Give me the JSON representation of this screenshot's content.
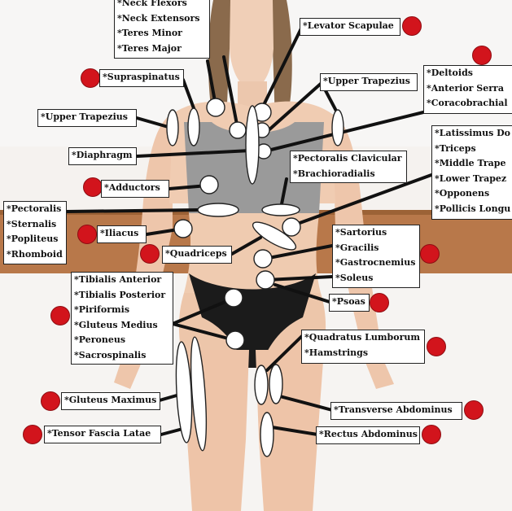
{
  "labels": {
    "neck": [
      "*Neck Flexors",
      "*Neck Extensors",
      "*Teres Minor",
      "*Teres Major"
    ],
    "levator": [
      "*Levator Scapulae"
    ],
    "supraspinatus": [
      "*Supraspinatus"
    ],
    "upper_trapezius_right": [
      "*Upper Trapezius"
    ],
    "deltoids": [
      "*Deltoids",
      "*Anterior Serra",
      "*Coracobrachial"
    ],
    "upper_trapezius_left": [
      "*Upper Trapezius"
    ],
    "latissimus": [
      "*Latissimus Do",
      "*Triceps",
      "*Middle Trape",
      "*Lower Trapez",
      "*Opponens",
      "*Pollicis Longu"
    ],
    "diaphragm": [
      "*Diaphragm"
    ],
    "pectoralis_clavicular": [
      "*Pectoralis Clavicular",
      "*Brachioradialis"
    ],
    "adductors": [
      "*Adductors"
    ],
    "pectoralis_sternalis": [
      "*Pectoralis",
      "*Sternalis",
      "*Popliteus",
      "*Rhomboid"
    ],
    "iliacus": [
      "*Iliacus"
    ],
    "sartorius": [
      "*Sartorius",
      "*Gracilis",
      "*Gastrocnemius",
      "*Soleus"
    ],
    "quadriceps": [
      "*Quadriceps"
    ],
    "tibialis": [
      "*Tibialis Anterior",
      "*Tibialis Posterior",
      "*Piriformis",
      "*Gluteus Medius",
      "*Peroneus",
      "*Sacrospinalis"
    ],
    "psoas": [
      "*Psoas"
    ],
    "quadratus": [
      "*Quadratus Lumborum",
      "*Hamstrings"
    ],
    "gluteus_maximus": [
      "*Gluteus Maximus"
    ],
    "transverse": [
      "*Transverse Abdominus"
    ],
    "tensor": [
      "*Tensor Fascia Latae"
    ],
    "rectus": [
      "*Rectus Abdominus"
    ]
  },
  "colors": {
    "marker_red": "#d2141c",
    "label_border": "#222222",
    "connector": "#111111",
    "reflex_point_fill": "#ffffff",
    "background_wall": "#f4f1ee",
    "bench_wood": "#b87a45"
  }
}
